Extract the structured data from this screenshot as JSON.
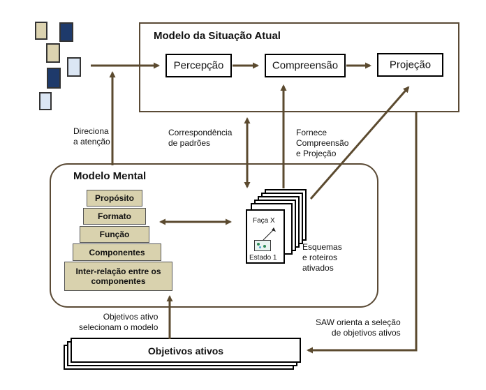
{
  "situation_model": {
    "title": "Modelo da Situação Atual",
    "stages": [
      "Percepção",
      "Compreensão",
      "Projeção"
    ]
  },
  "mental_model": {
    "title": "Modelo Mental",
    "pyramid_levels": [
      "Propósito",
      "Formato",
      "Função",
      "Componentes",
      "Inter-relação entre os\ncomponentes"
    ]
  },
  "schemas": {
    "card_text_top": "Faça X",
    "card_text_bottom": "Estado 1",
    "label": "Esquemas\ne roteiros\nativados"
  },
  "active_goals": {
    "title": "Objetivos ativos"
  },
  "labels": {
    "directs_attention": "Direciona\na atenção",
    "pattern_matching": "Correspondência\nde padrões",
    "provides_comprehension": "Fornece\nCompreensão\ne Projeção",
    "goals_select_model": "Objetivos ativo\nselecionam o modelo",
    "saw_guides_selection": "SAW orienta a seleção\nde objetivos ativos"
  },
  "colors": {
    "arrow": "#5b4a2f",
    "pyramid_fill": "#d9d2ae",
    "tile_light": "#dcd3b0",
    "tile_dark": "#1e3a6b",
    "tile_pale": "#dbe6f4"
  }
}
